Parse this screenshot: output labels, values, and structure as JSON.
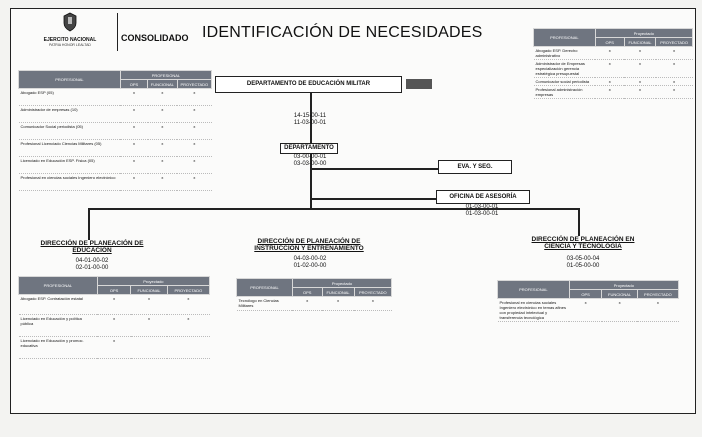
{
  "header": {
    "logo_title": "EJERCITO NACIONAL",
    "logo_subtitle": "PATRIA HONOR LEALTAD",
    "consolidado": "CONSOLIDADO",
    "title": "IDENTIFICACIÓN DE NECESIDADES"
  },
  "left_table": {
    "group_header": "PROFESIONAL",
    "label_header": "PROFESIONAL",
    "cols": [
      "OPS",
      "FUNCIONAL",
      "PROYECTADO"
    ],
    "rows": [
      {
        "label": "Abogado ESP (05)",
        "marks": [
          "x",
          "x",
          "x"
        ]
      },
      {
        "label": "Administrador de empresas (10)",
        "marks": [
          "x",
          "x",
          "x"
        ]
      },
      {
        "label": "Comunicador Social periodista (05)",
        "marks": [
          "x",
          "x",
          "x"
        ]
      },
      {
        "label": "Profesional Licenciado Ciencias Militares (05)",
        "marks": [
          "x",
          "x",
          "x"
        ]
      },
      {
        "label": "Licenciado en Educación ESP. Física (05)",
        "marks": [
          "x",
          "x",
          "x"
        ]
      },
      {
        "label": "Profesional en ciencias sociales Ingeniero electrónico",
        "marks": [
          "x",
          "x",
          "x"
        ]
      }
    ]
  },
  "right_table": {
    "group_header": "Proyectado",
    "label_header": "PROFESIONAL",
    "cols": [
      "OPS",
      "FUNCIONAL",
      "PROYECTADO"
    ],
    "rows": [
      {
        "label": "Abogado ESP. Derecho administrativo",
        "marks": [
          "x",
          "x",
          "x"
        ]
      },
      {
        "label": "Administrador de Empresas especialización gerencia estratégica presupuestal",
        "marks": [
          "x",
          "x",
          "x"
        ]
      },
      {
        "label": "Comunicador social periodista",
        "marks": [
          "x",
          "x",
          "x"
        ]
      },
      {
        "label": "Profesional administración empresas",
        "marks": [
          "x",
          "x",
          "x"
        ]
      }
    ]
  },
  "org": {
    "top_box": "DEPARTAMENTO DE EDUCACIÓN MILITAR",
    "top_code1": "14-15-00-11",
    "top_code2": "11-03-00-01",
    "dept_box": "DEPARTAMENTO",
    "dept_code1": "03-00-00-01",
    "dept_code2": "03-03-00-00",
    "eva_box": "EVA. Y SEG.",
    "oficina_box": "OFICINA DE ASESORÍA",
    "oficina_code1": "01-03-00-01",
    "oficina_code2": "01-03-00-01"
  },
  "sections": [
    {
      "title": "DIRECCIÓN DE PLANEACIÓN DE EDUCACIÓN",
      "code1": "04-01-00-02",
      "code2": "02-01-00-00",
      "group_header": "Proyectado",
      "label_header": "PROFESIONAL",
      "cols": [
        "OPS",
        "FUNCIONAL",
        "PROYECTADO"
      ],
      "rows": [
        {
          "label": "Abogado ESP. Contratación estatal",
          "marks": [
            "x",
            "x",
            "x"
          ]
        },
        {
          "label": "Licenciado en Educación y política pública",
          "marks": [
            "x",
            "x",
            "x"
          ]
        },
        {
          "label": "Licenciado en Educación y promoc. educativa",
          "marks": [
            "x",
            "",
            ""
          ]
        }
      ]
    },
    {
      "title": "DIRECCIÓN DE PLANEACIÓN DE INSTRUCCIÓN Y ENTRENAMIENTO",
      "code1": "04-03-00-02",
      "code2": "01-02-00-00",
      "group_header": "Proyectado",
      "label_header": "PROFESIONAL",
      "cols": [
        "OPS",
        "FUNCIONAL",
        "PROYECTADO"
      ],
      "rows": [
        {
          "label": "Tecnólogo en Ciencias Militares",
          "marks": [
            "x",
            "x",
            "x"
          ]
        }
      ]
    },
    {
      "title": "DIRECCIÓN DE PLANEACIÓN EN CIENCIA Y TECNOLOGÍA",
      "code1": "03-05-00-04",
      "code2": "01-05-00-00",
      "group_header": "Proyectado",
      "label_header": "PROFESIONAL",
      "cols": [
        "OPS",
        "FUNCIONAL",
        "PROYECTADO"
      ],
      "rows": [
        {
          "label": "Profesional en ciencias sociales Ingeniero electrónico en temas afines con propiedad intelectual y transferencia tecnológica",
          "marks": [
            "x",
            "x",
            "x"
          ]
        }
      ]
    }
  ]
}
